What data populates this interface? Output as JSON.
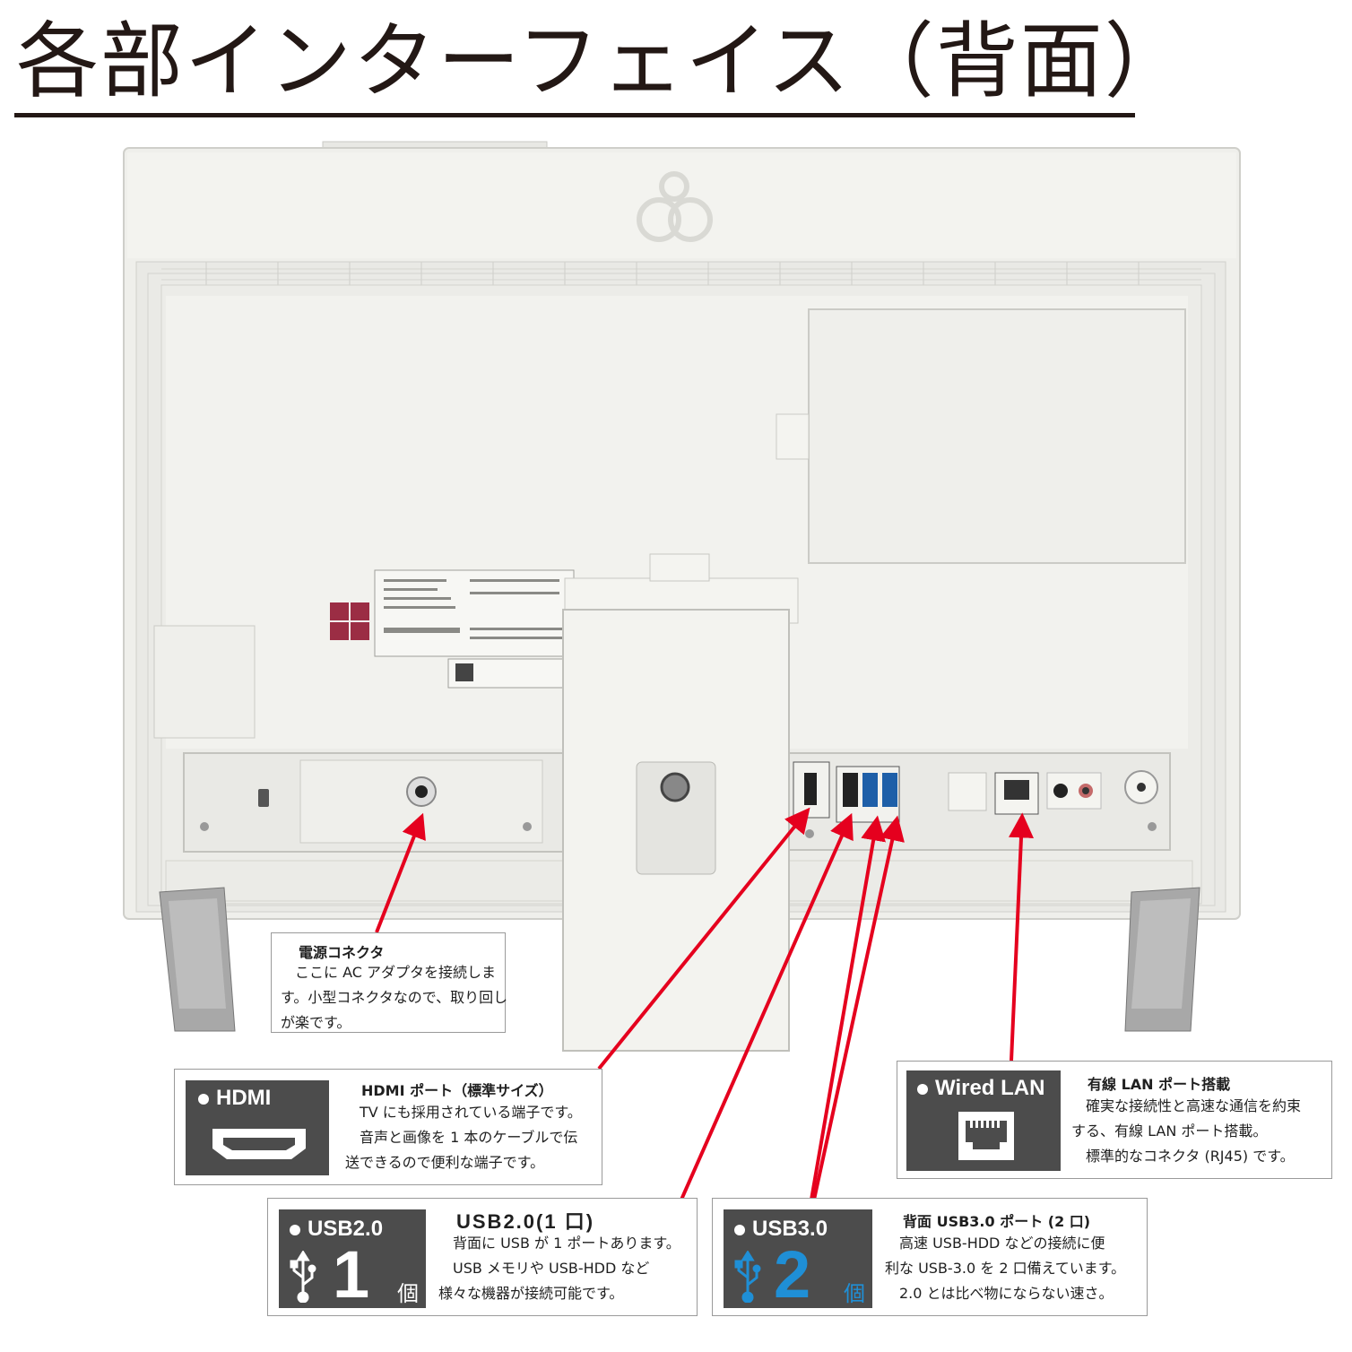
{
  "title": "各部インターフェイス（背面）",
  "callouts": {
    "power": {
      "heading": "電源コネクタ",
      "lines": [
        "　ここに AC アダプタを接続しま",
        "す。小型コネクタなので、取り回し",
        "が楽です。"
      ]
    },
    "hdmi": {
      "badge": "HDMI",
      "heading": "HDMI ポート（標準サイズ）",
      "lines": [
        "　TV にも採用されている端子です。",
        "　音声と画像を 1 本のケーブルで伝",
        "送できるので便利な端子です。"
      ]
    },
    "lan": {
      "badge": "Wired LAN",
      "heading": "有線 LAN ポート搭載",
      "lines": [
        "　確実な接続性と高速な通信を約束",
        "する、有線 LAN ポート搭載。",
        "　標準的なコネクタ (RJ45) です。"
      ]
    },
    "usb2": {
      "badge": "USB2.0",
      "count": "1",
      "unit": "個",
      "heading": "USB2.0(1 口)",
      "lines": [
        "　背面に USB が 1 ポートあります。",
        "　USB メモリや USB-HDD など",
        "様々な機器が接続可能です。"
      ]
    },
    "usb3": {
      "badge": "USB3.0",
      "count": "2",
      "unit": "個",
      "heading": "背面 USB3.0 ポート (2 口)",
      "lines": [
        "　高速 USB-HDD などの接続に便",
        "利な USB-3.0 を 2 口備えています。",
        "　2.0 とは比べ物にならない速さ。"
      ]
    }
  },
  "colors": {
    "arrow": "#e5001e",
    "badge": "#4c4c4c",
    "usb3_accent": "#1f8fd6",
    "device_body": "#eeeeea"
  }
}
